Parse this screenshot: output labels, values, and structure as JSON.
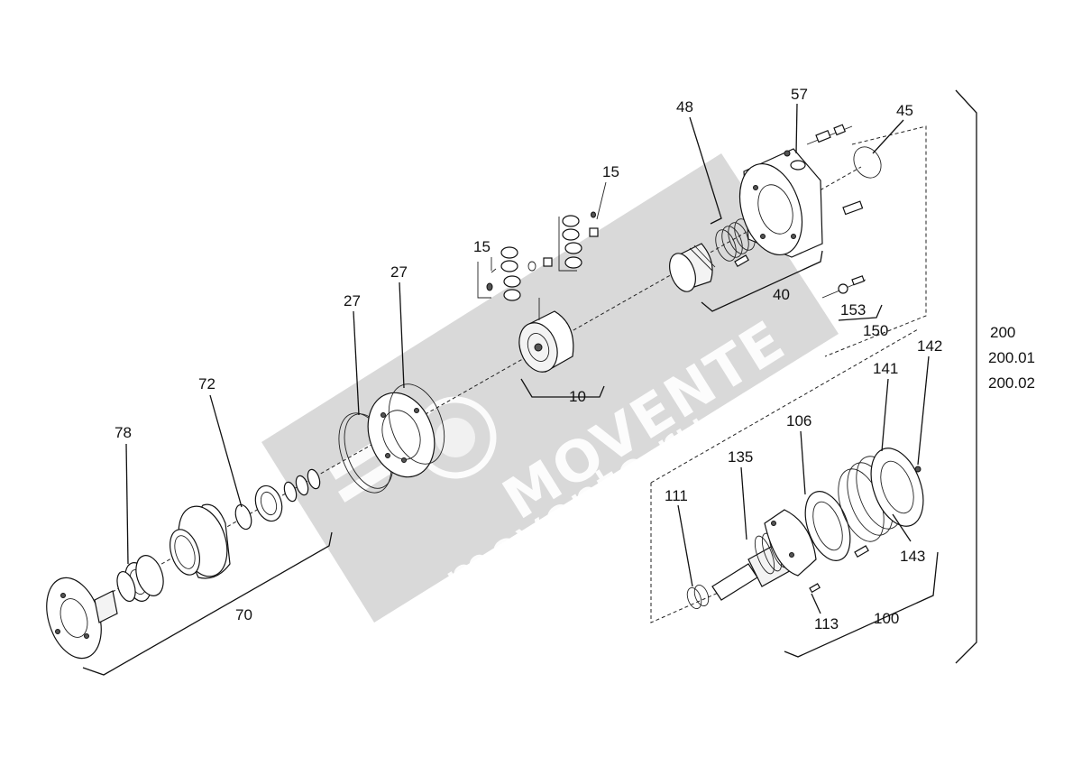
{
  "watermark": {
    "brand": "MOVENTE",
    "url": "movente.ru"
  },
  "labels": {
    "p78": "78",
    "p72": "72",
    "p27a": "27",
    "p27b": "27",
    "p15a": "15",
    "p15b": "15",
    "p48": "48",
    "p57": "57",
    "p45": "45",
    "p40": "40",
    "p10": "10",
    "p153": "153",
    "p150": "150",
    "p70": "70",
    "p200": "200",
    "p200_01": "200.01",
    "p200_02": "200.02",
    "p142": "142",
    "p141": "141",
    "p106": "106",
    "p135": "135",
    "p111": "111",
    "p143": "143",
    "p113": "113",
    "p100": "100"
  }
}
